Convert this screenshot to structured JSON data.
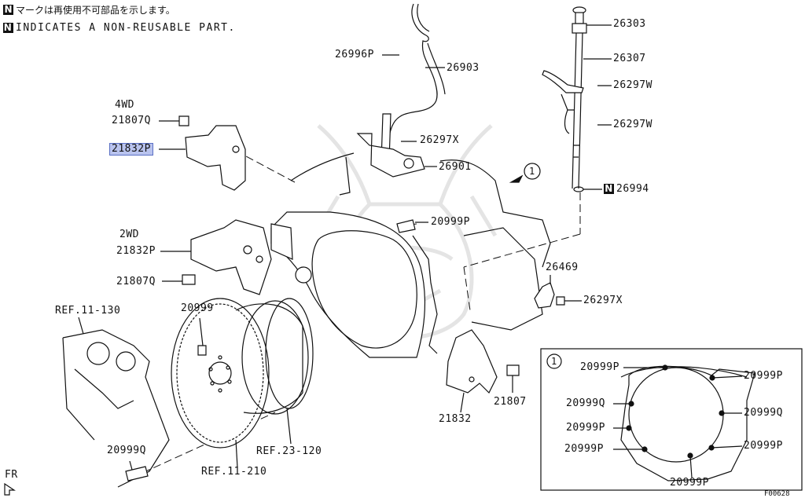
{
  "notes": {
    "ja": "マークは再使用不可部品を示します。",
    "en": "INDICATES A NON-REUSABLE PART.",
    "badge": "N"
  },
  "labels": {
    "p26303": "26303",
    "p26307": "26307",
    "p26297w_a": "26297W",
    "p26297w_b": "26297W",
    "p26994": "26994",
    "p26996p": "26996P",
    "p26903": "26903",
    "p26297x_a": "26297X",
    "p26901": "26901",
    "p4wd": "4WD",
    "p21807q_a": "21807Q",
    "p21832p_a": "21832P",
    "p2wd": "2WD",
    "p21832p_b": "21832P",
    "p21807q_b": "21807Q",
    "p20999p_main": "20999P",
    "p26469": "26469",
    "p26297x_b": "26297X",
    "ref_130": "REF.11-130",
    "p20999": "20999",
    "p21832": "21832",
    "p21807": "21807",
    "p20999q_main": "20999Q",
    "ref_120": "REF.23-120",
    "ref_210": "REF.11-210",
    "fr": "FR",
    "callout": "1",
    "inset_callout": "1",
    "ins_20999p_tl": "20999P",
    "ins_20999p_tr": "20999P",
    "ins_20999q_l": "20999Q",
    "ins_20999q_r": "20999Q",
    "ins_20999p_ml": "20999P",
    "ins_20999p_bl": "20999P",
    "ins_20999p_br": "20999P",
    "ins_20999p_b": "20999P",
    "code": "F00628"
  },
  "colors": {
    "line": "#111111",
    "highlight": "#b9c3ee",
    "watermark": "#e6e6e6"
  }
}
